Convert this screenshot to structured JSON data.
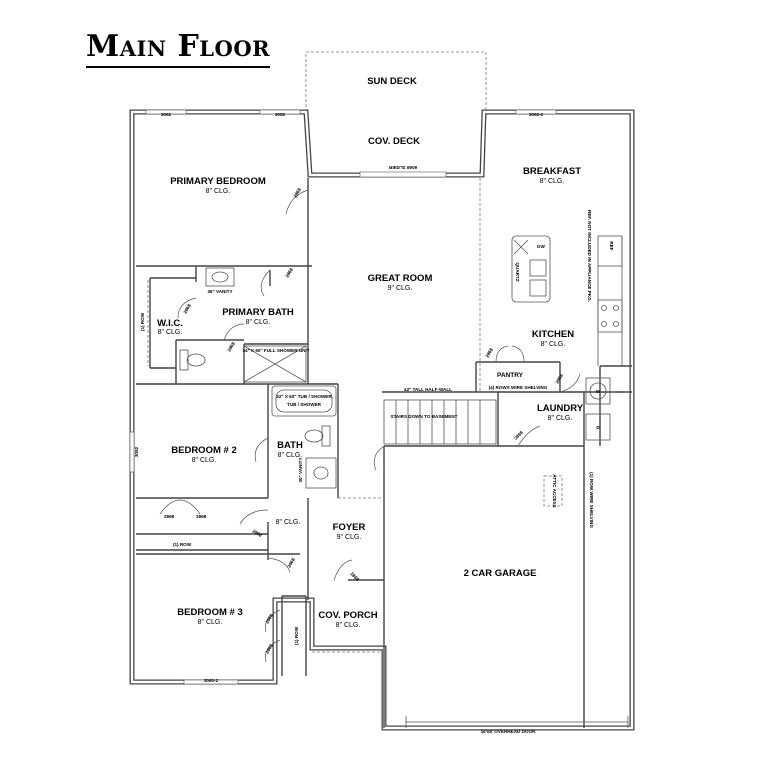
{
  "title": "Main Floor",
  "rooms": {
    "sun_deck": {
      "name": "SUN DECK"
    },
    "cov_deck": {
      "name": "COV. DECK"
    },
    "breakfast": {
      "name": "BREAKFAST",
      "ceiling": "8\" CLG."
    },
    "primary_bedroom": {
      "name": "PRIMARY BEDROOM",
      "ceiling": "8\" CLG."
    },
    "great_room": {
      "name": "GREAT ROOM",
      "ceiling": "9\" CLG."
    },
    "wic": {
      "name": "W.I.C.",
      "ceiling": "8\" CLG."
    },
    "primary_bath": {
      "name": "PRIMARY BATH",
      "ceiling": "8\" CLG."
    },
    "kitchen": {
      "name": "KITCHEN",
      "ceiling": "8\" CLG."
    },
    "pantry": {
      "name": "PANTRY"
    },
    "laundry": {
      "name": "LAUNDRY",
      "ceiling": "8\" CLG."
    },
    "bedroom2": {
      "name": "BEDROOM # 2",
      "ceiling": "8\" CLG."
    },
    "bath": {
      "name": "BATH",
      "ceiling": "8\" CLG."
    },
    "hall": {
      "ceiling": "8\" CLG."
    },
    "foyer": {
      "name": "FOYER",
      "ceiling": "9\" CLG."
    },
    "garage": {
      "name": "2 CAR GARAGE"
    },
    "bedroom3": {
      "name": "BEDROOM # 3",
      "ceiling": "8\" CLG."
    },
    "cov_porch": {
      "name": "COV. PORCH",
      "ceiling": "8\" CLG."
    }
  },
  "notes": {
    "win_3052_a": "3052",
    "win_3052_b": "3052",
    "win_3052_c": "3052-2",
    "win_3052_d": "3052",
    "win_3060": "3060-2",
    "slider": "6068 SLIDER",
    "vanity36": "36\" VANITY",
    "shower": "34\" X 60\" FULL SHOWER UNIT",
    "tub": "32\" X 60\" TUB / SHOWER",
    "vanity30": "30\" VANITY",
    "half_wall": "42\" TALL HALF-WALL",
    "stairs": "STAIRS DOWN TO BASEMENT",
    "pantry_shelf": "(4) ROWS WIRE SHELVING",
    "garage_door": "16'x8' OVERHEAD DOOR",
    "quartz": "QUARTZ",
    "dw": "DW",
    "ref": "REF",
    "ref_note": "REF. NOT INCLUDED IN APPLIANCE PKG.",
    "washer": "W",
    "dryer": "D",
    "attic": "ATTIC ACCESS",
    "laundry_shelf": "(1) ROW WIRE SHELVING",
    "row1_bed2": "(1) ROW",
    "row1_wic": "(1) ROW",
    "row1_bed3": "(1) ROW",
    "d2868a": "2868",
    "d2868b": "2868",
    "d2868c": "2868",
    "d2868d": "2868",
    "d2868e": "2868",
    "d2868f": "2868",
    "d2868g": "2868",
    "d2868h": "2868",
    "d2868i": "2868",
    "d2868j": "2868",
    "d2868k": "2868",
    "d2868l": "2868",
    "d2868m": "2868",
    "d2868n": "2868"
  }
}
